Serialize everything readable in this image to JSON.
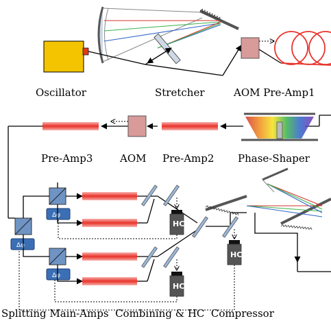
{
  "labels": {
    "oscillator": "Oscillator",
    "stretcher": "Stretcher",
    "aom_preamp1": "AOM Pre-Amp1",
    "preamp3": "Pre-Amp3",
    "aom": "AOM",
    "preamp2": "Pre-Amp2",
    "phase_shaper": "Phase-Shaper",
    "bottom_caption": "Splitting Main-Amps  Combining & HC  Compressor"
  },
  "symbols": {
    "delta_phi": "Δφ",
    "hc": "HC"
  },
  "colors": {
    "oscillator": "#f5c400",
    "oscillator_port": "#e03a1a",
    "aom": "#d99a9a",
    "amplifier": "#e8322a",
    "splitter": "#6f94c4",
    "phase_box": "#3b6fb5",
    "hc_detector": "#555555",
    "mirror": "#9bb7d8",
    "beam": "#000000"
  }
}
